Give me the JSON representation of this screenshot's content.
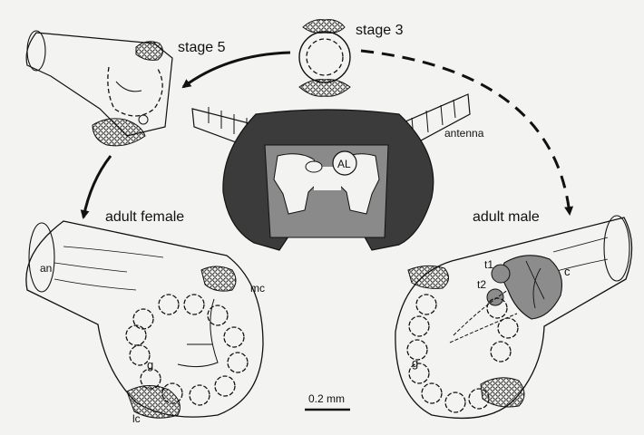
{
  "labels": {
    "stage3": "stage 3",
    "stage5": "stage 5",
    "adult_female": "adult female",
    "adult_male": "adult male",
    "antenna": "antenna",
    "al": "AL",
    "an": "an",
    "mc": "mc",
    "lc": "lc",
    "g_female": "g",
    "g_male": "g",
    "t1": "t1",
    "t2": "t2",
    "c": "c",
    "scale": "0.2 mm"
  },
  "colors": {
    "background": "#f3f3f1",
    "ink": "#111111",
    "brain_dark": "#3b3b3b",
    "brain_mid": "#8a8a8a",
    "lobe_shade": "#8c8c8c"
  }
}
